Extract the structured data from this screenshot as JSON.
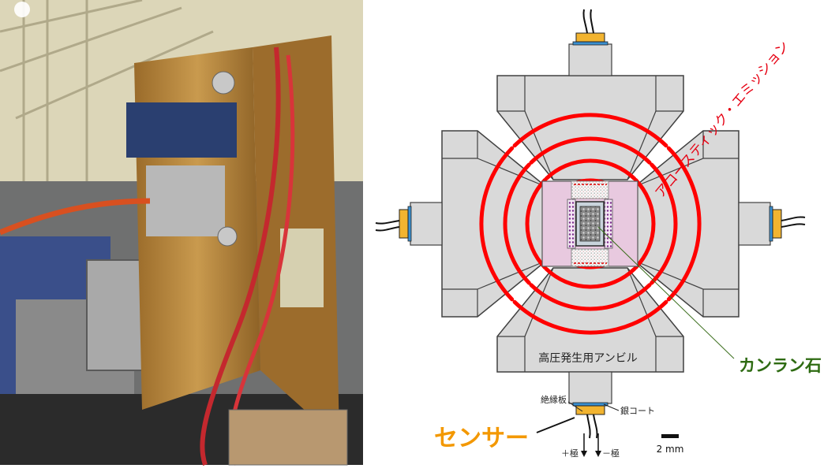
{
  "diagram": {
    "acoustic_emission_label": "アコースティック・エミッション",
    "anvil_label": "高圧発生用アンビル",
    "sample_label": "カンラン石",
    "insulator_label": "絶縁板",
    "silver_coat_label": "銀コート",
    "sensor_label": "センサー",
    "plus_pole_label": "＋極",
    "minus_pole_label": "－極",
    "scale_label": "2 mm"
  },
  "colors": {
    "anvil_fill": "#d9d9d9",
    "anvil_stroke": "#404040",
    "cube_fill": "#e8c9df",
    "emission": "#ff0000",
    "sensor_body": "#f2b430",
    "sensor_insulator": "#3a8fd0",
    "sample_label": "#2e6b12",
    "sensor_label": "#f39800",
    "emission_label": "#e60012"
  }
}
